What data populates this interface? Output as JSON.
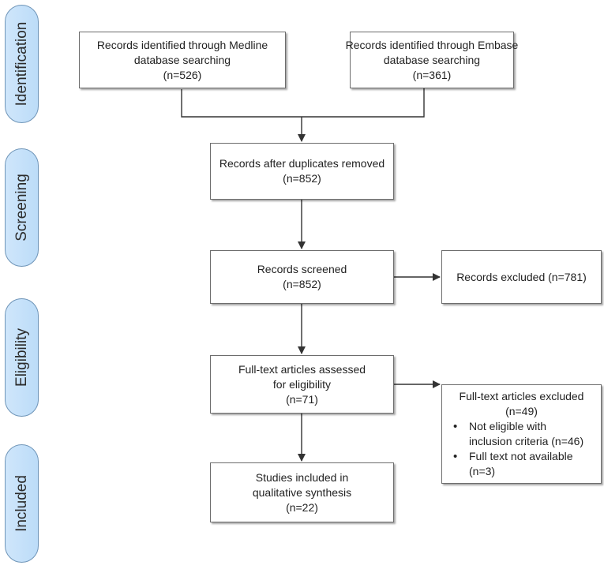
{
  "phases": [
    {
      "label": "Identification"
    },
    {
      "label": "Screening"
    },
    {
      "label": "Eligibility"
    },
    {
      "label": "Included"
    }
  ],
  "boxes": {
    "medline": {
      "lines": [
        "Records identified through Medline",
        "database searching",
        "(n=526)"
      ]
    },
    "embase": {
      "lines": [
        "Records identified through Embase",
        "database searching",
        "(n=361)"
      ]
    },
    "duplicates_removed": {
      "lines": [
        "Records after duplicates removed",
        "(n=852)"
      ]
    },
    "screened": {
      "lines": [
        "Records screened",
        "(n=852)"
      ]
    },
    "excluded": {
      "lines": [
        "Records excluded (n=781)"
      ]
    },
    "fulltext_assessed": {
      "lines": [
        "Full-text articles assessed",
        "for eligibility",
        "(n=71)"
      ]
    },
    "fulltext_excluded": {
      "title": "Full-text articles excluded",
      "count": "(n=49)",
      "reasons": [
        {
          "line1": "Not eligible with",
          "line2": "inclusion criteria (n=46)"
        },
        {
          "line1": "Full text not available",
          "line2": "(n=3)"
        }
      ]
    },
    "included": {
      "lines": [
        "Studies included in",
        "qualitative synthesis",
        "(n=22)"
      ]
    }
  },
  "colors": {
    "phase_fill": "#c5e1f9",
    "phase_border": "#6f95b8",
    "box_border": "#6d6d6d",
    "arrow": "#333333"
  }
}
